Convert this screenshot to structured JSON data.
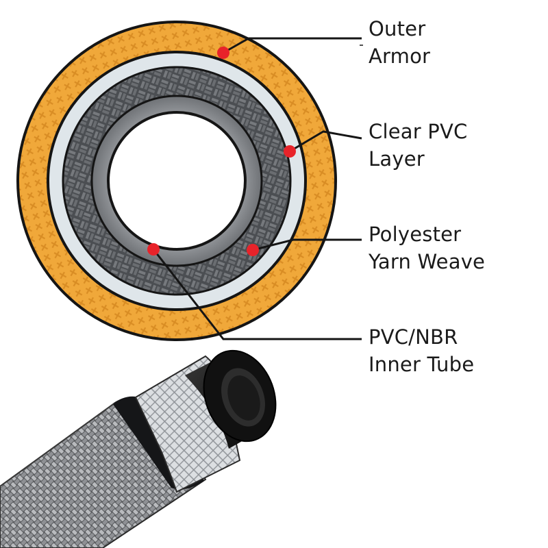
{
  "diagram": {
    "layers": [
      {
        "key": "outer",
        "line1": "Outer",
        "line2": "Armor"
      },
      {
        "key": "pvc",
        "line1": "Clear PVC",
        "line2": "Layer"
      },
      {
        "key": "yarn",
        "line1": "Polyester",
        "line2": "Yarn Weave"
      },
      {
        "key": "inner",
        "line1": "PVC/NBR",
        "line2": "Inner Tube"
      }
    ]
  },
  "colors": {
    "armor": "#f0a83a",
    "armor_pattern": "#d98d24",
    "clear_pvc": "#dfe6ea",
    "weave_dark": "#4b4e52",
    "weave_light": "#76797d",
    "inner_tube": "#8a8d91",
    "marker": "#e8232a",
    "outline": "#151515"
  }
}
